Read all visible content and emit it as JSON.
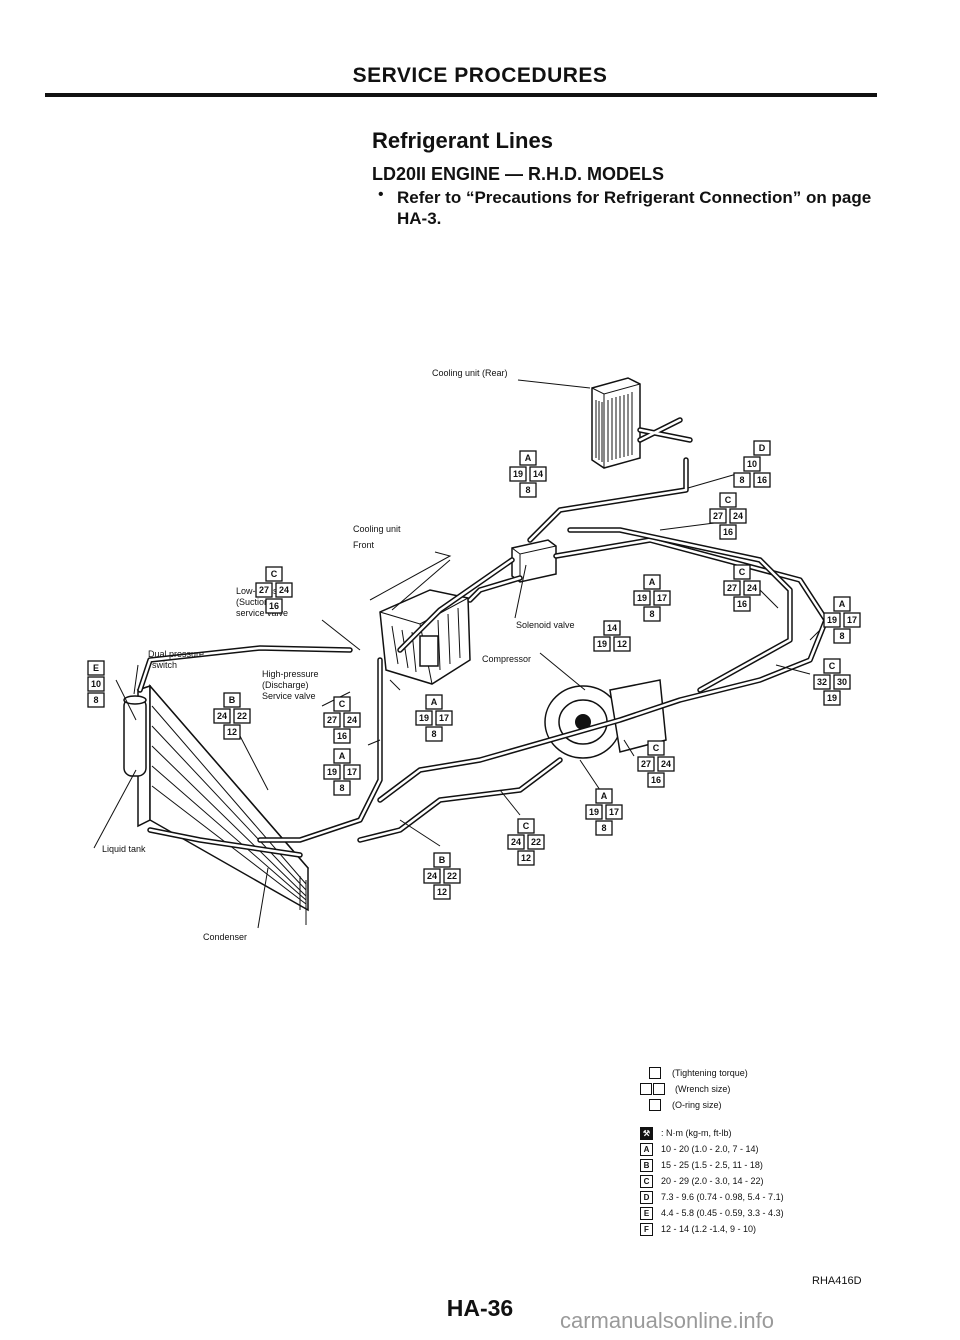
{
  "header": {
    "section_title": "SERVICE PROCEDURES",
    "page_heading": "Refrigerant Lines",
    "engine_heading": "LD20II ENGINE — R.H.D. MODELS",
    "note_bullet": "•",
    "note": "Refer to “Precautions for Refrigerant Connection” on page HA-3."
  },
  "diagram": {
    "labels": {
      "cooling_unit_rear": "Cooling unit (Rear)",
      "cooling_unit_front_1": "Cooling unit",
      "cooling_unit_front_2": "Front",
      "low_pressure_1": "Low-pressure",
      "low_pressure_2": "(Suction)",
      "low_pressure_3": "service valve",
      "high_pressure_1": "High-pressure",
      "high_pressure_2": "(Discharge)",
      "high_pressure_3": "Service valve",
      "dual_pressure_1": "Dual pressure",
      "dual_pressure_2": "switch",
      "solenoid_valve": "Solenoid valve",
      "compressor": "Compressor",
      "liquid_tank": "Liquid tank",
      "condenser": "Condenser"
    },
    "callout_boxes": [
      "A",
      "19",
      "14",
      "8",
      "D",
      "10",
      "8",
      "16",
      "C",
      "27",
      "24",
      "16",
      "C",
      "27",
      "24",
      "16",
      "A",
      "19",
      "17",
      "8",
      "C",
      "27",
      "24",
      "16",
      "A",
      "19",
      "17",
      "8",
      "14",
      "19",
      "12",
      "C",
      "32",
      "30",
      "19",
      "E",
      "10",
      "8",
      "B",
      "24",
      "22",
      "12",
      "C",
      "27",
      "24",
      "16",
      "A",
      "19",
      "17",
      "8",
      "A",
      "19",
      "17",
      "8",
      "C",
      "27",
      "24",
      "16",
      "A",
      "19",
      "17",
      "8",
      "C",
      "24",
      "22",
      "12",
      "B",
      "24",
      "22",
      "12"
    ]
  },
  "legend": {
    "tightening_torque": "(Tightening torque)",
    "wrench_size": "(Wrench size)",
    "o_ring_size": "(O-ring size)",
    "unit": ": N·m (kg-m, ft-lb)",
    "specs": [
      {
        "letter": "A",
        "value": "10 - 20 (1.0 - 2.0, 7 - 14)"
      },
      {
        "letter": "B",
        "value": "15 - 25 (1.5 - 2.5, 11 - 18)"
      },
      {
        "letter": "C",
        "value": "20 - 29 (2.0 - 3.0, 14 - 22)"
      },
      {
        "letter": "D",
        "value": "7.3 - 9.6 (0.74 - 0.98, 5.4 - 7.1)"
      },
      {
        "letter": "E",
        "value": "4.4 - 5.8 (0.45 - 0.59, 3.3 - 4.3)"
      },
      {
        "letter": "F",
        "value": "12 - 14 (1.2 -1.4, 9 - 10)"
      }
    ]
  },
  "footer": {
    "figure_code": "RHA416D",
    "page_number": "HA-36",
    "watermark": "carmanualsonline.info"
  }
}
